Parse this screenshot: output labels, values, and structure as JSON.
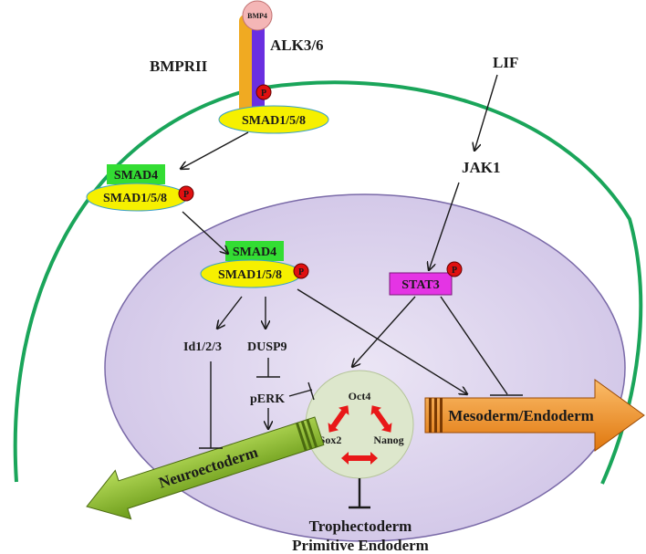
{
  "nodes": {
    "bmp4": "BMP4",
    "bmprii": "BMPRII",
    "alk": "ALK3/6",
    "smad158_receptor": "SMAD1/5/8",
    "smad4_cyto": "SMAD4",
    "smad158_cyto": "SMAD1/5/8",
    "smad4_nuc": "SMAD4",
    "smad158_nuc": "SMAD1/5/8",
    "lif": "LIF",
    "jak1": "JAK1",
    "stat3": "STAT3",
    "id123": "Id1/2/3",
    "dusp9": "DUSP9",
    "perk": "pERK",
    "oct4": "Oct4",
    "sox2": "Sox2",
    "nanog": "Nanog",
    "neuroectoderm": "Neuroectoderm",
    "mesendoderm": "Mesoderm/Endoderm",
    "trophectoderm": "Trophectoderm",
    "primitive_endoderm": "Primitive Endoderm"
  },
  "phospho_label": "P",
  "colors": {
    "cell_membrane": "#1aa55a",
    "nucleus_fill": "#dcd3ec",
    "nucleus_stroke": "#7a6aa8",
    "smad158_fill": "#f6f000",
    "smad4_fill": "#33dd33",
    "stat3_fill": "#e434e4",
    "phospho_fill": "#e01010",
    "bmprii_bar": "#f0aa22",
    "alk_bar": "#6a2fe0",
    "bmp4_fill": "#f4b6b6",
    "core_circle": "#dde7cc",
    "core_arrows": "#e81818",
    "neuro_arrow": "#7fb023",
    "meso_arrow": "#f08a1f"
  }
}
